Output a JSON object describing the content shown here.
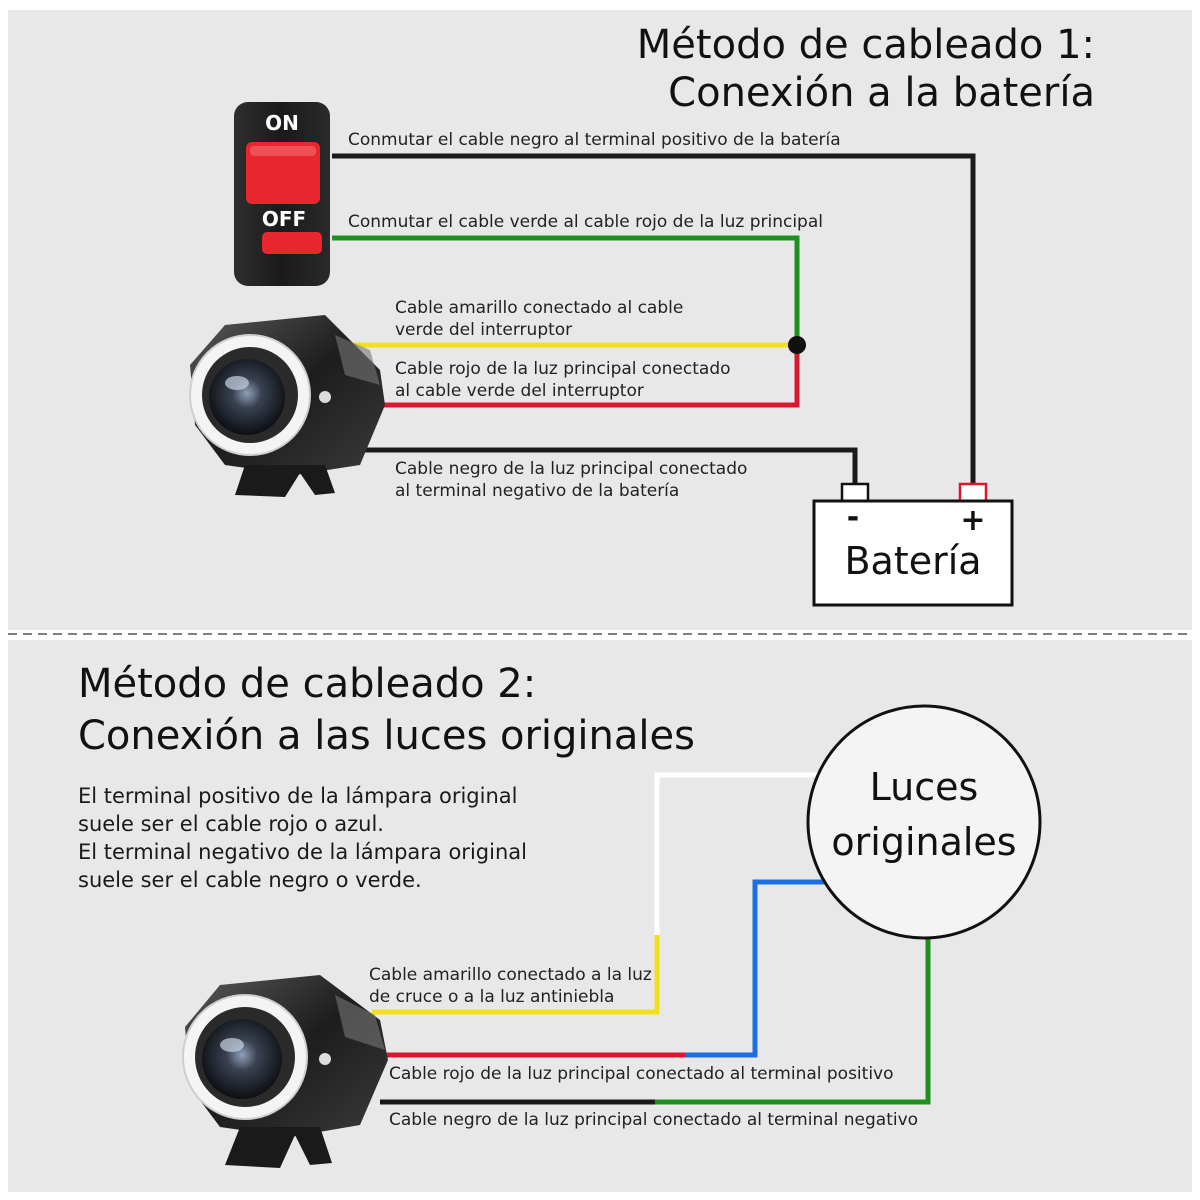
{
  "method1": {
    "title_line1": "Método de cableado 1:",
    "title_line2": "Conexión a la batería",
    "switch": {
      "on_label": "ON",
      "off_label": "OFF"
    },
    "labels": {
      "black_switch": "Conmutar el cable negro al terminal positivo de la batería",
      "green_switch": "Conmutar el cable verde al cable rojo de la luz principal",
      "yellow_line1": "Cable amarillo conectado al cable",
      "yellow_line2": "verde del interruptor",
      "red_line1": "Cable rojo de la luz principal conectado",
      "red_line2": "al cable verde del interruptor",
      "black_line1": "Cable negro de la luz principal conectado",
      "black_line2": "al terminal negativo de la batería"
    },
    "battery": {
      "label": "Batería",
      "negative": "-",
      "positive": "+"
    }
  },
  "method2": {
    "title_line1": "Método de cableado 2:",
    "title_line2": "Conexión a las luces originales",
    "notes": [
      "El terminal positivo de la lámpara original",
      "suele ser el cable rojo o azul.",
      "El terminal negativo de la lámpara original",
      "suele ser el cable negro o verde."
    ],
    "circle_line1": "Luces",
    "circle_line2": "originales",
    "labels": {
      "yellow_line1": "Cable amarillo conectado a la luz",
      "yellow_line2": "de cruce o a la luz antiniebla",
      "red": "Cable rojo de la luz principal conectado al terminal positivo",
      "black": "Cable negro de la luz principal conectado al terminal negativo"
    }
  },
  "colors": {
    "panel_bg": "#e8e8e8",
    "black_wire": "#1a1a1a",
    "green_wire": "#1f8f1f",
    "yellow_wire": "#f2e01c",
    "red_wire": "#d81830",
    "blue_wire": "#1c6fe0",
    "white_wire": "#ffffff",
    "switch_body": "#1e1e1e",
    "switch_red": "#e8262e"
  }
}
